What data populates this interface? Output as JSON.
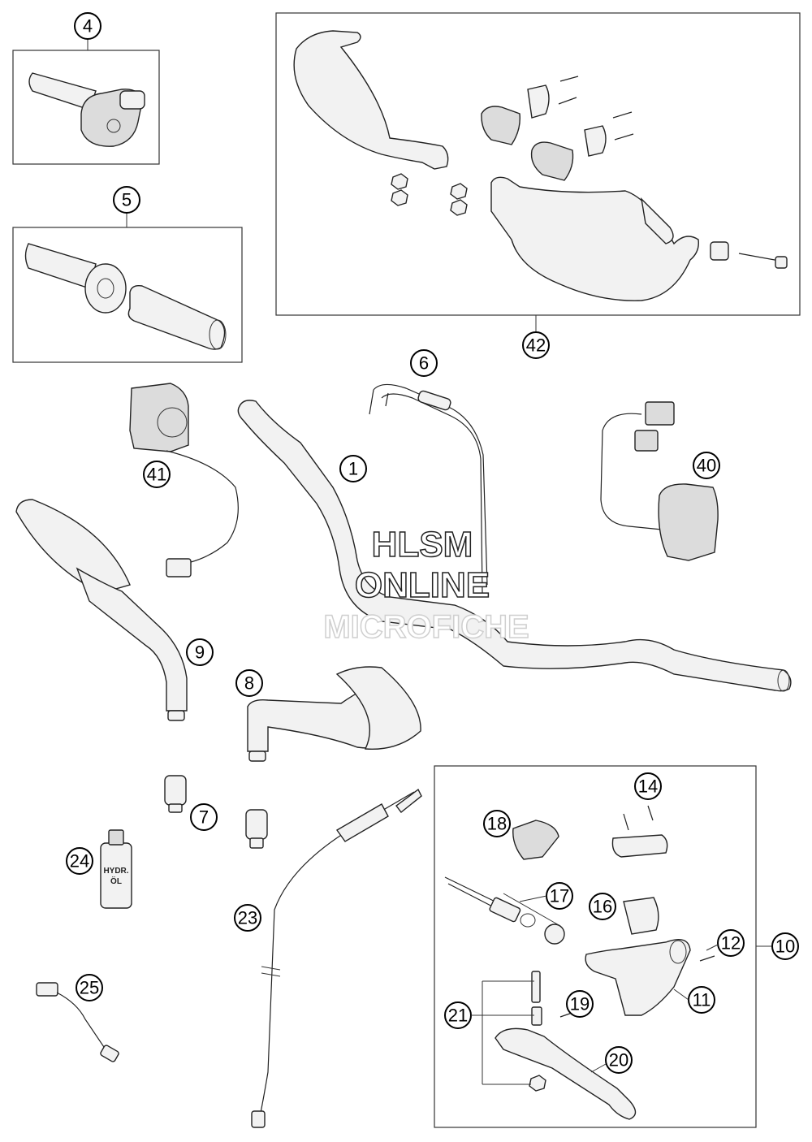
{
  "callouts": {
    "c1": "1",
    "c4": "4",
    "c5": "5",
    "c6": "6",
    "c7": "7",
    "c8": "8",
    "c9": "9",
    "c10": "10",
    "c11": "11",
    "c12": "12",
    "c14": "14",
    "c16": "16",
    "c17": "17",
    "c18": "18",
    "c19": "19",
    "c20": "20",
    "c21": "21",
    "c23": "23",
    "c24": "24",
    "c25": "25",
    "c40": "40",
    "c41": "41",
    "c42": "42"
  },
  "bottle_label": {
    "line1": "HYDR.",
    "line2": "ÖL"
  },
  "watermark": {
    "line1": "HLSM",
    "line2": "ONLINE",
    "line3": "MICROFICHE"
  }
}
